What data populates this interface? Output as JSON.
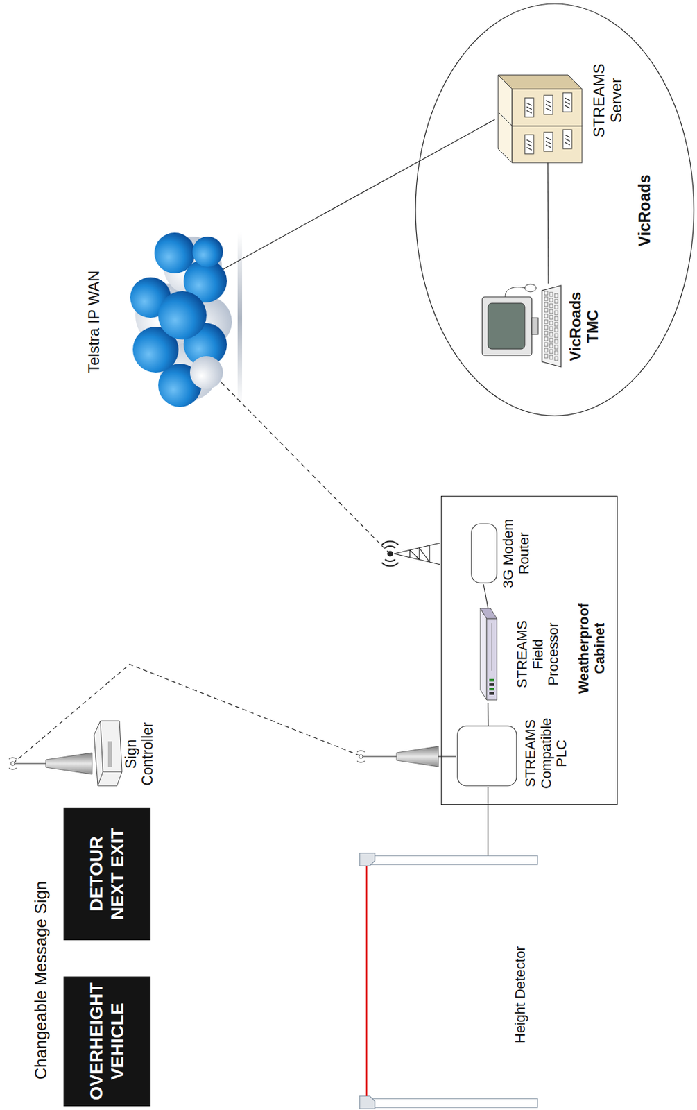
{
  "diagram": {
    "nodes": [
      {
        "text": [
          "OVERHEIGHT VEHICLE"
        ]
      },
      {
        "text": [
          "DETOUR NEXT EXIT"
        ]
      },
      {
        "text": [
          "Sign Controller"
        ]
      },
      {
        "text": [
          "Weatherproof Cabinet"
        ]
      },
      {
        "text": [
          "STREAMS Compatible PLC"
        ],
        "in": 3
      },
      {
        "text": [
          "STREAMS Field Processor"
        ],
        "in": 3
      },
      {
        "text": [
          "3G Modem Router"
        ],
        "in": 3
      },
      {
        "text": [
          "Telstra IP WAN"
        ]
      },
      {
        "text": [
          "VicRoads"
        ]
      },
      {
        "text": [
          "VicRoads TMC"
        ],
        "in": 8
      },
      {
        "text": [
          "STREAMS Server"
        ],
        "in": 8
      }
    ],
    "edges": [
      {
        "from": 2,
        "to": 4,
        "arrow": "none"
      },
      {
        "from": 4,
        "to": 5,
        "arrow": "none"
      },
      {
        "from": 5,
        "to": 6,
        "arrow": "none"
      },
      {
        "from": 6,
        "to": 7,
        "arrow": "none"
      },
      {
        "from": 7,
        "to": 10,
        "arrow": "none"
      },
      {
        "from": 10,
        "to": 9,
        "arrow": "none"
      }
    ],
    "labels": [
      "Changeable Message Sign",
      "Height Detector"
    ]
  }
}
